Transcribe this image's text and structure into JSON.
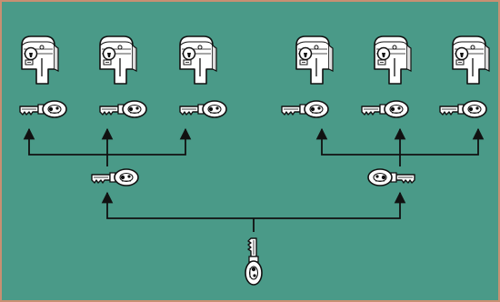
{
  "colors": {
    "background": "#4a9a88",
    "border": "#c98f72",
    "line": "#111111",
    "metal": "#ffffff"
  },
  "diagram": {
    "kind": "master-key-hierarchy",
    "icons": {
      "cylinder": "euro-profile-cylinder-icon",
      "key": "key-icon",
      "arrow": "arrowhead-icon"
    },
    "groups": [
      {
        "group_key": "group-key-left",
        "cylinders": 3
      },
      {
        "group_key": "group-key-right",
        "cylinders": 3
      }
    ],
    "master_key": "master-key"
  }
}
